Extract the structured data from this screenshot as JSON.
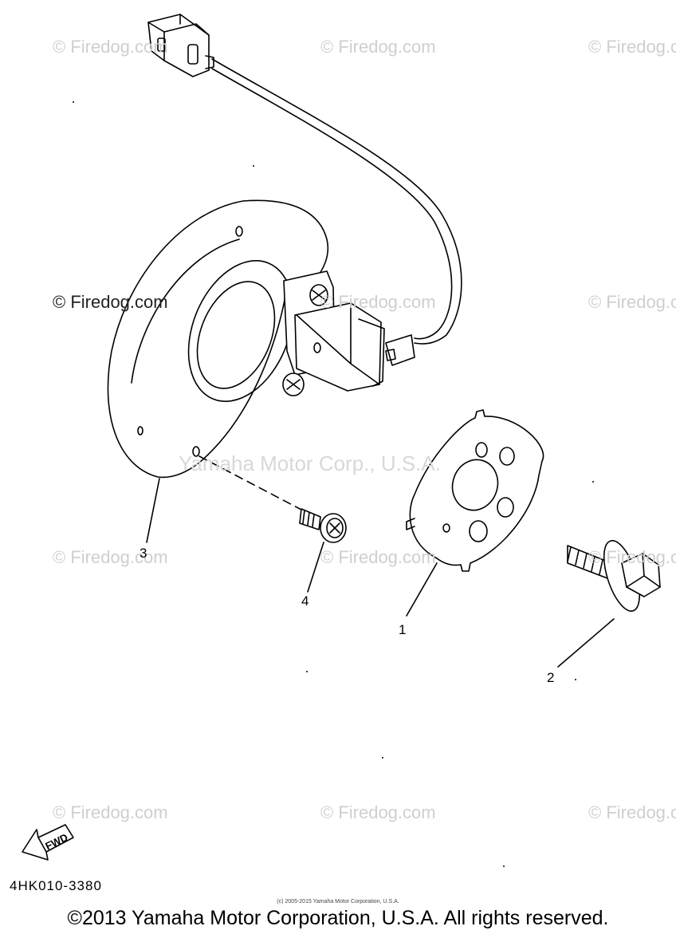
{
  "watermarks": {
    "firedog": "© Firedog.com",
    "firedog_dark": "© Firedog.com",
    "yamaha": "Yamaha Motor Corp., U.S.A."
  },
  "callouts": [
    "1",
    "2",
    "3",
    "4"
  ],
  "fwd_label": "FWD",
  "part_code": "4HK010-3380",
  "small_notice": "(c) 2005-2015 Yamaha Motor Corporation, U.S.A.",
  "copyright": "©2013 Yamaha Motor Corporation, U.S.A. All rights reserved."
}
